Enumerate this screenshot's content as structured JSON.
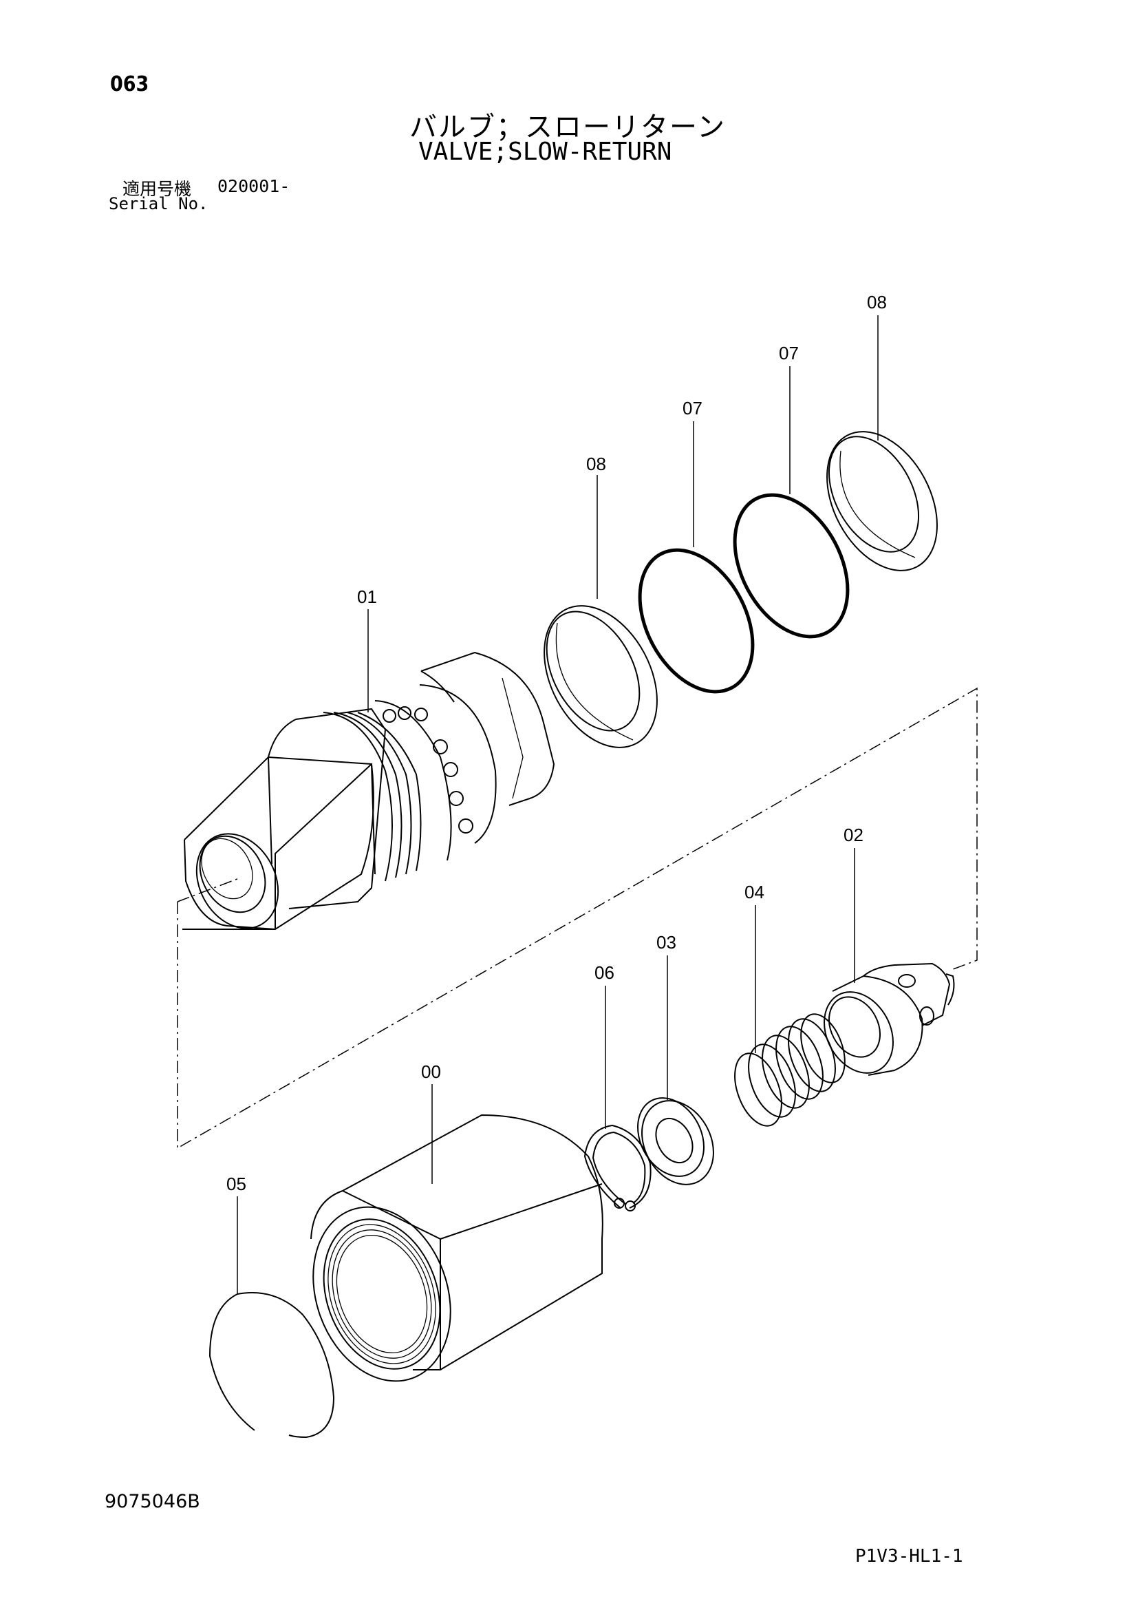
{
  "header": {
    "page_number": "063",
    "title_jp": "バルブ；スローリターン",
    "title_en": "VALVE;SLOW-RETURN",
    "serial_label_jp": "適用号機",
    "serial_label_en": "Serial No.",
    "serial_value": "020001-"
  },
  "callouts": [
    {
      "id": "c08a",
      "label": "08"
    },
    {
      "id": "c07a",
      "label": "07"
    },
    {
      "id": "c07b",
      "label": "07"
    },
    {
      "id": "c08b",
      "label": "08"
    },
    {
      "id": "c01",
      "label": "01"
    },
    {
      "id": "c02",
      "label": "02"
    },
    {
      "id": "c04",
      "label": "04"
    },
    {
      "id": "c03",
      "label": "03"
    },
    {
      "id": "c06",
      "label": "06"
    },
    {
      "id": "c00",
      "label": "00"
    },
    {
      "id": "c05",
      "label": "05"
    }
  ],
  "footer": {
    "drawing_number": "9075046B",
    "page_code": "P1V3-HL1-1"
  }
}
